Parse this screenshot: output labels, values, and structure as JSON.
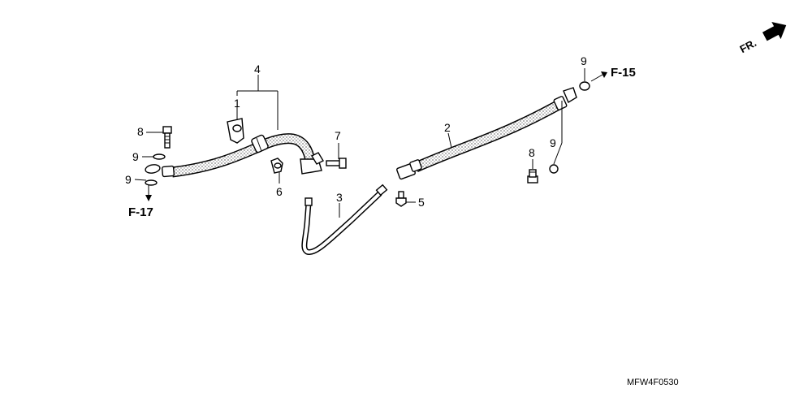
{
  "callouts": {
    "c1": "1",
    "c2": "2",
    "c3": "3",
    "c4": "4",
    "c5": "5",
    "c6": "6",
    "c7": "7",
    "c8a": "8",
    "c8b": "8",
    "c9a": "9",
    "c9b": "9",
    "c9c": "9",
    "c9d": "9"
  },
  "refs": {
    "f17": "F-17",
    "f15": "F-15"
  },
  "front": "FR.",
  "drawing_code": "MFW4F0530",
  "colors": {
    "line": "#000000",
    "background": "#ffffff"
  }
}
